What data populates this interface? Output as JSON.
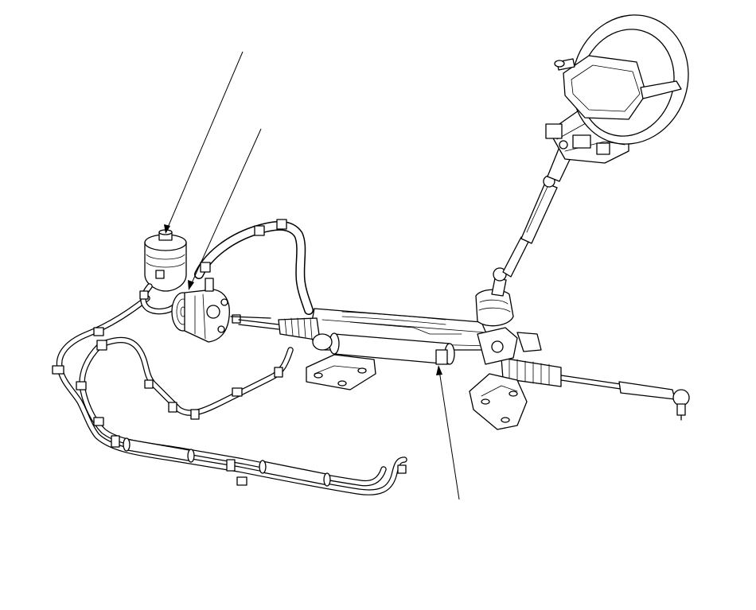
{
  "figure": {
    "background": "#ffffff",
    "line_color": "#000000",
    "components": [
      "reservoir",
      "pump",
      "steering-gearbox",
      "steering-column",
      "steering-wheel",
      "cooler-line",
      "pressure-hose",
      "tie-rod-end"
    ],
    "callouts": [
      {
        "target": "reservoir",
        "label": ""
      },
      {
        "target": "pump",
        "label": ""
      },
      {
        "target": "steering-gearbox",
        "label": ""
      }
    ]
  }
}
